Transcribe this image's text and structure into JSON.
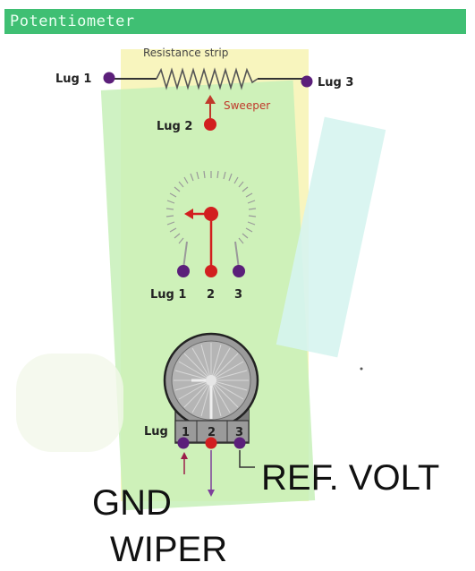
{
  "title": "Potentiometer",
  "top_diagram": {
    "strip_label": "Resistance strip",
    "lug1": "Lug 1",
    "lug3": "Lug 3",
    "lug2": "Lug 2",
    "sweeper": "Sweeper"
  },
  "middle_diagram": {
    "lug1": "Lug 1",
    "num2": "2",
    "num3": "3"
  },
  "bottom_diagram": {
    "lug": "Lug",
    "num1": "1",
    "num2": "2",
    "num3": "3"
  },
  "annotations": {
    "gnd": "GND",
    "wiper": "WIPER",
    "ref_volt": "REF. VOLT"
  },
  "colors": {
    "title_bar": "#3fbf73",
    "lug_purple": "#5b1f7a",
    "lug_red": "#d21f1f",
    "wire_dark": "#333333"
  }
}
